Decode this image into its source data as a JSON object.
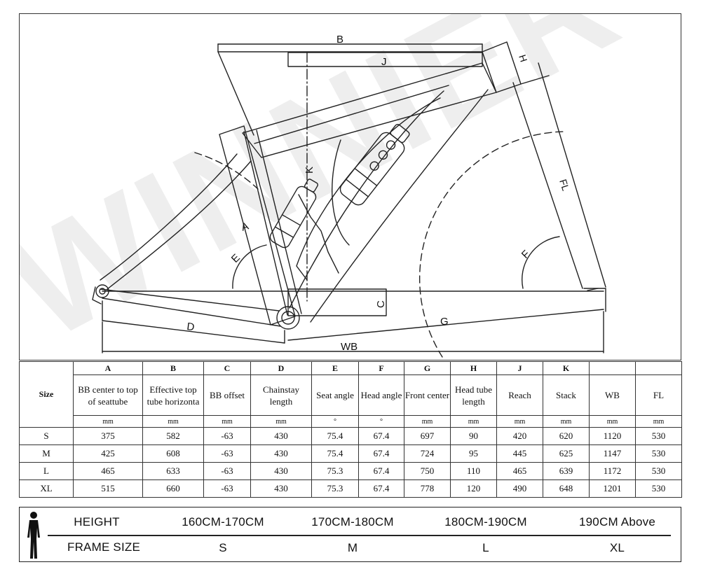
{
  "diagram": {
    "labels": {
      "A": "A",
      "B": "B",
      "C": "C",
      "D": "D",
      "E": "E",
      "F": "F",
      "G": "G",
      "H": "H",
      "J": "J",
      "K": "K",
      "WB": "WB",
      "FL": "FL"
    },
    "colors": {
      "line": "#222222",
      "watermark": "#eeeeee"
    }
  },
  "watermark_text": "WINNIER",
  "table": {
    "size_header": "Size",
    "columns": [
      {
        "letter": "A",
        "name": "BB center to top of seattube",
        "unit": "mm"
      },
      {
        "letter": "B",
        "name": "Effective top tube horizonta",
        "unit": "mm"
      },
      {
        "letter": "C",
        "name": "BB offset",
        "unit": "mm"
      },
      {
        "letter": "D",
        "name": "Chainstay length",
        "unit": "mm"
      },
      {
        "letter": "E",
        "name": "Seat angle",
        "unit": "°"
      },
      {
        "letter": "F",
        "name": "Head angle",
        "unit": "°"
      },
      {
        "letter": "G",
        "name": "Front center",
        "unit": "mm"
      },
      {
        "letter": "H",
        "name": "Head tube length",
        "unit": "mm"
      },
      {
        "letter": "J",
        "name": "Reach",
        "unit": "mm"
      },
      {
        "letter": "K",
        "name": "Stack",
        "unit": "mm"
      },
      {
        "letter": "",
        "name": "WB",
        "unit": "mm"
      },
      {
        "letter": "",
        "name": "FL",
        "unit": "mm"
      }
    ],
    "rows": [
      {
        "size": "S",
        "values": [
          "375",
          "582",
          "-63",
          "430",
          "75.4",
          "67.4",
          "697",
          "90",
          "420",
          "620",
          "1120",
          "530"
        ]
      },
      {
        "size": "M",
        "values": [
          "425",
          "608",
          "-63",
          "430",
          "75.4",
          "67.4",
          "724",
          "95",
          "445",
          "625",
          "1147",
          "530"
        ]
      },
      {
        "size": "L",
        "values": [
          "465",
          "633",
          "-63",
          "430",
          "75.3",
          "67.4",
          "750",
          "110",
          "465",
          "639",
          "1172",
          "530"
        ]
      },
      {
        "size": "XL",
        "values": [
          "515",
          "660",
          "-63",
          "430",
          "75.3",
          "67.4",
          "778",
          "120",
          "490",
          "648",
          "1201",
          "530"
        ]
      }
    ]
  },
  "size_guide": {
    "height_label": "HEIGHT",
    "frame_size_label": "FRAME SIZE",
    "heights": [
      "160CM-170CM",
      "170CM-180CM",
      "180CM-190CM",
      "190CM Above"
    ],
    "frame_sizes": [
      "S",
      "M",
      "L",
      "XL"
    ],
    "icon": "person-silhouette-icon"
  }
}
